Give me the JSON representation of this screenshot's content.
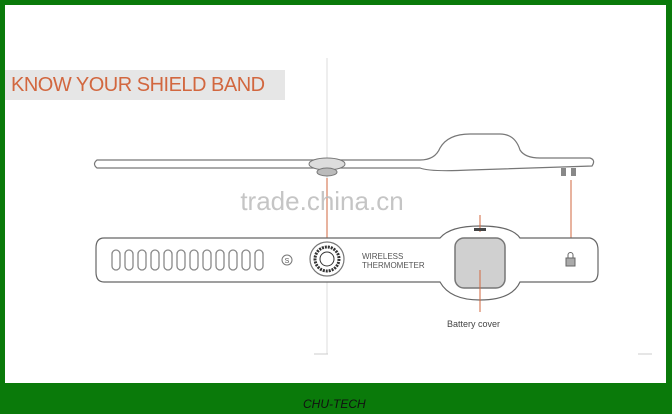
{
  "title": "KNOW YOUR SHIELD BAND",
  "watermark": "trade.china.cn",
  "labels": {
    "device_line1": "WIRELESS",
    "device_line2": "THERMOMETER",
    "battery_cover": "Battery cover",
    "size_mark": "S"
  },
  "footer": "CHU-TECH",
  "colors": {
    "border": "#0a7a0a",
    "title_text": "#d2673f",
    "leader_line": "#d2673f"
  }
}
